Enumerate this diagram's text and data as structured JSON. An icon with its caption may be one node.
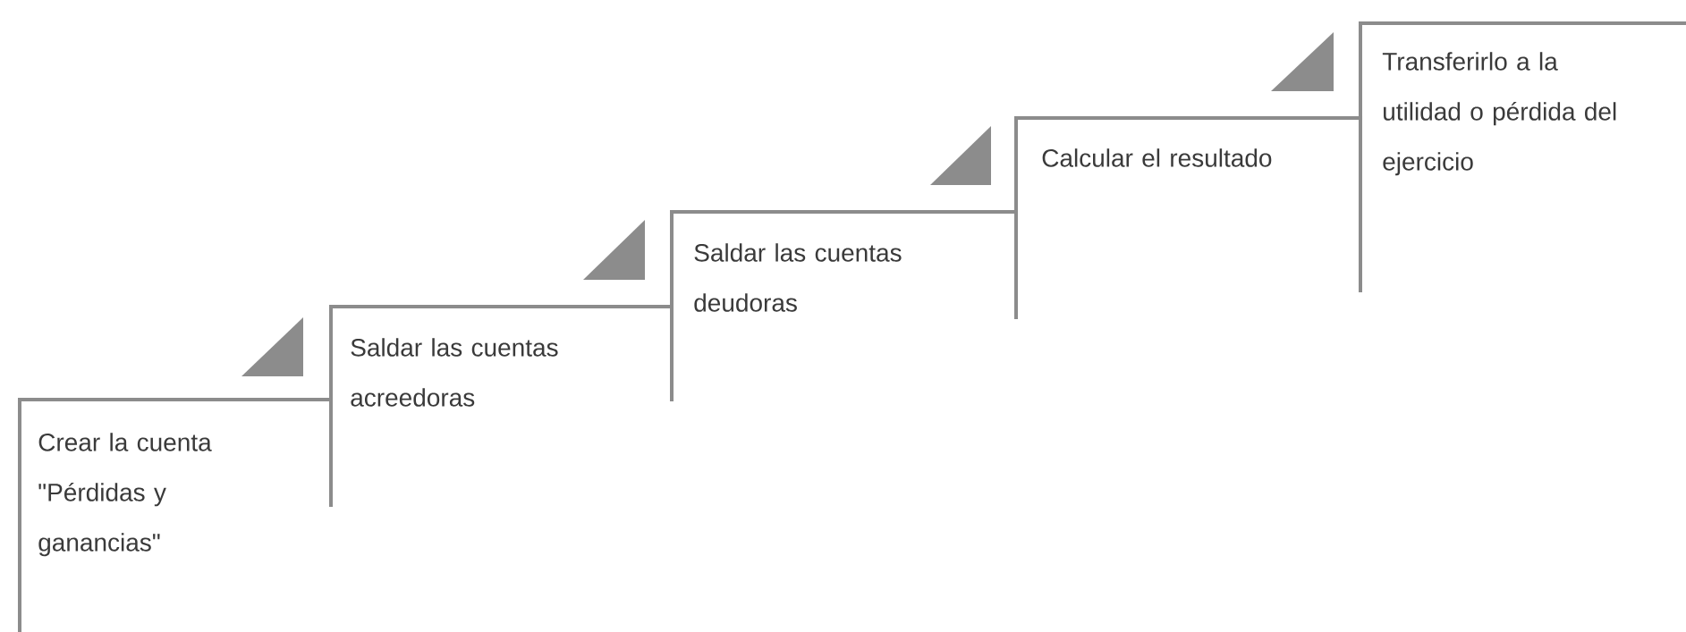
{
  "diagram": {
    "nodes": [
      {
        "text": [
          "Crear la cuenta \"Pérdidas y ganancias\""
        ]
      },
      {
        "text": [
          "Saldar las cuentas acreedoras"
        ]
      },
      {
        "text": [
          "Saldar las cuentas deudoras"
        ]
      },
      {
        "text": [
          "Calcular el resultado"
        ]
      },
      {
        "text": [
          "Transferirlo a la utilidad o pérdida del ejercicio"
        ]
      }
    ]
  }
}
